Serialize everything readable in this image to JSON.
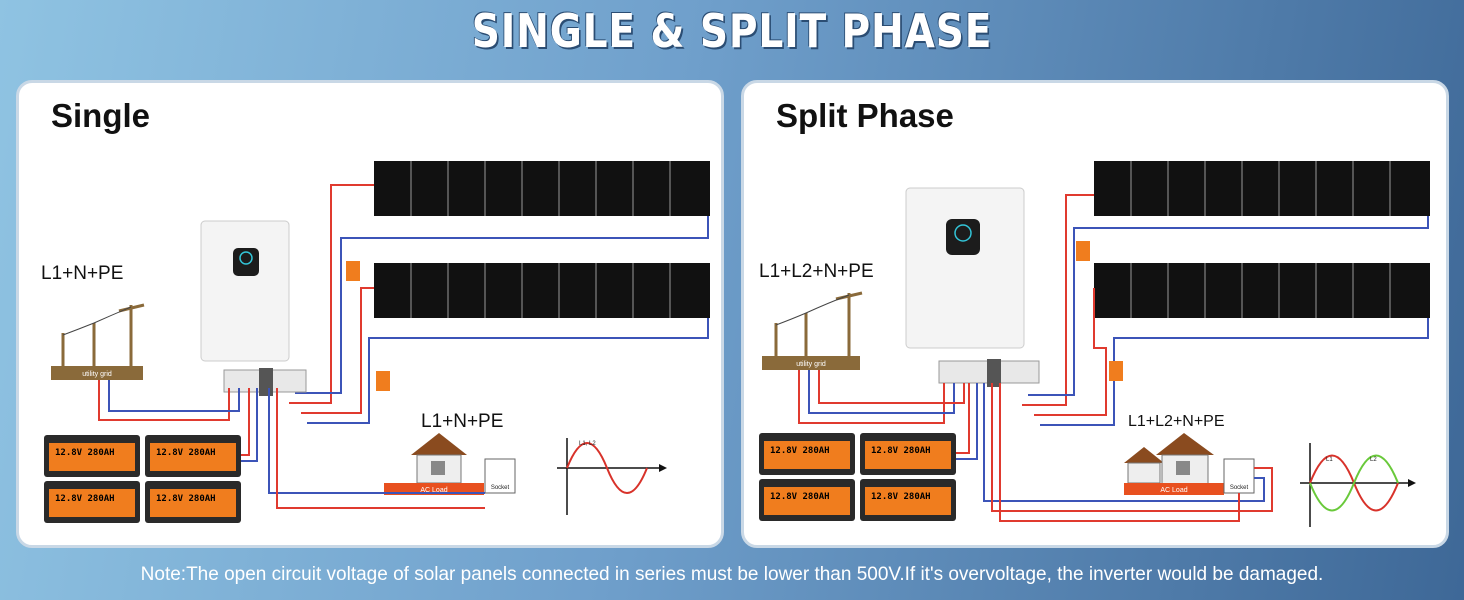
{
  "title": "SINGLE & SPLIT PHASE",
  "single": {
    "heading": "Single",
    "grid_config": "L1+N+PE",
    "load_config": "L1+N+PE",
    "utility_label": "utility grid",
    "battery_label": "12.8V 280AH",
    "ac_load_label": "AC Load",
    "socket_label": "Socket",
    "wave_label": "L1, L2"
  },
  "split": {
    "heading": "Split Phase",
    "grid_config": "L1+L2+N+PE",
    "load_config": "L1+L2+N+PE",
    "utility_label": "utility grid",
    "battery_label": "12.8V 280AH",
    "ac_load_label": "AC Load",
    "socket_label": "Socket",
    "wave_l1": "L1",
    "wave_l2": "L2"
  },
  "note": "Note:The open circuit voltage of solar panels connected in series must be lower than 500V.If it's overvoltage, the inverter would be damaged.",
  "colors": {
    "wire_red": "#e03a2f",
    "wire_blue": "#3c54b8",
    "battery_orange": "#f07d1e",
    "wave_red": "#d8322a",
    "wave_green": "#69c93a"
  }
}
